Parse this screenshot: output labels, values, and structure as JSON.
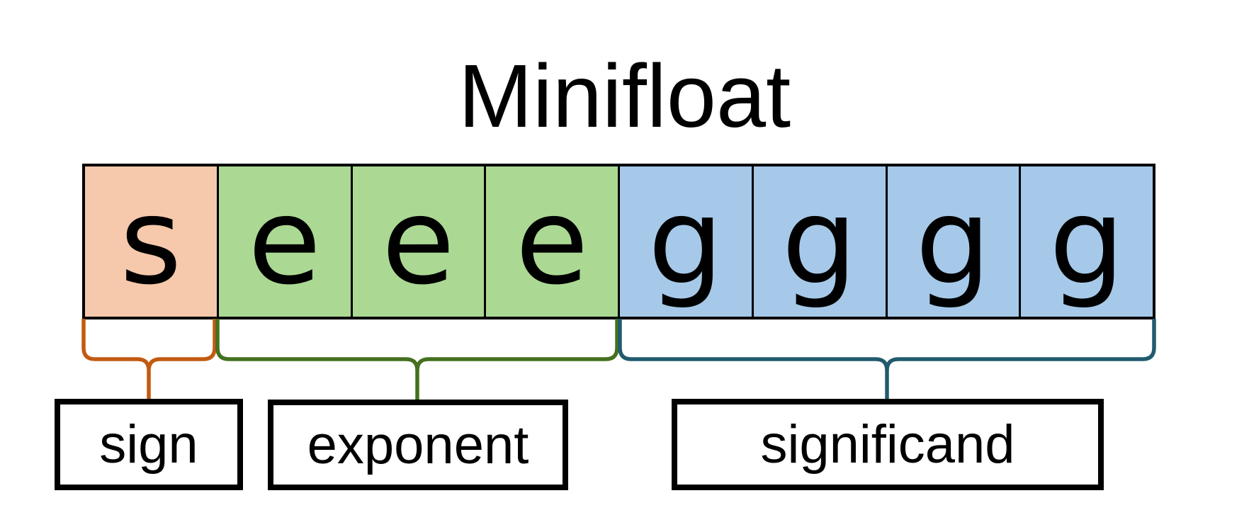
{
  "title": "Minifloat",
  "bit_row": {
    "cells": [
      {
        "letter": "s",
        "field": "sign"
      },
      {
        "letter": "e",
        "field": "exponent"
      },
      {
        "letter": "e",
        "field": "exponent"
      },
      {
        "letter": "e",
        "field": "exponent"
      },
      {
        "letter": "g",
        "field": "significand"
      },
      {
        "letter": "g",
        "field": "significand"
      },
      {
        "letter": "g",
        "field": "significand"
      },
      {
        "letter": "g",
        "field": "significand"
      }
    ]
  },
  "fields": [
    {
      "label": "sign",
      "bit_count": 1
    },
    {
      "label": "exponent",
      "bit_count": 3
    },
    {
      "label": "significand",
      "bit_count": 4
    }
  ],
  "colors": {
    "sign_fill": "#F6C9AC",
    "sign_accent": "#C25A11",
    "exponent_fill": "#ABD994",
    "exponent_accent": "#44701F",
    "significand_fill": "#A6C9E9",
    "significand_accent": "#215B6E",
    "cell_border": "#000000",
    "label_border": "#000000",
    "text": "#000000",
    "background": "#FFFFFF"
  }
}
